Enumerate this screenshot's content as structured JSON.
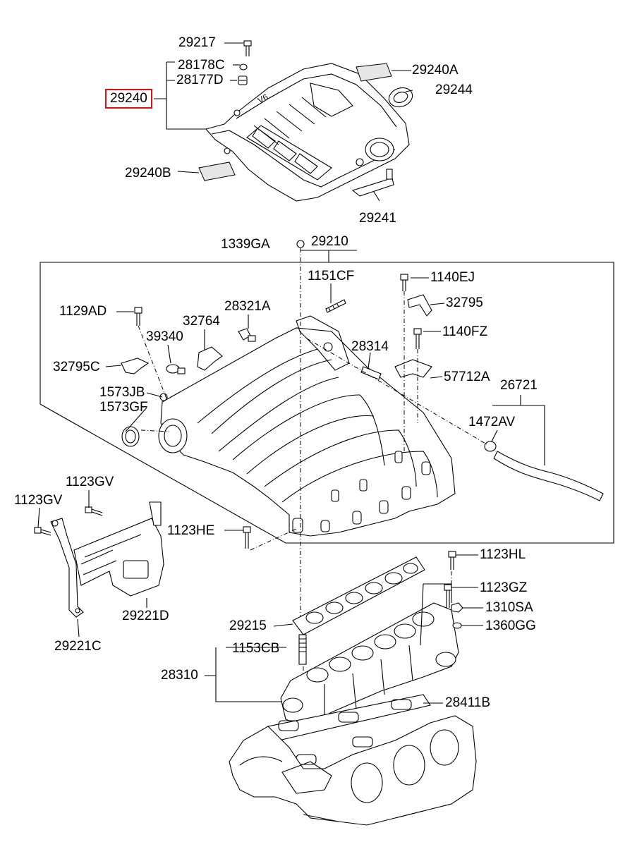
{
  "labels": {
    "p29217": "29217",
    "p28178C": "28178C",
    "p28177D": "28177D",
    "p29240": "29240",
    "p29240A": "29240A",
    "p29244": "29244",
    "p29240B": "29240B",
    "p29241": "29241",
    "p1339GA": "1339GA",
    "p29210": "29210",
    "p1151CF": "1151CF",
    "p1140EJ": "1140EJ",
    "p32795a": "32795",
    "p1129AD": "1129AD",
    "p28321A": "28321A",
    "p32764": "32764",
    "p39340": "39340",
    "p1140FZ": "1140FZ",
    "p28314": "28314",
    "p32795C": "32795C",
    "p57712A": "57712A",
    "p26721": "26721",
    "p1573JB": "1573JB",
    "p1573GF": "1573GF",
    "p1472AV": "1472AV",
    "p1123GVa": "1123GV",
    "p1123GVb": "1123GV",
    "p1123HE": "1123HE",
    "p1123HL": "1123HL",
    "p1123GZ": "1123GZ",
    "p29221D": "29221D",
    "p1310SA": "1310SA",
    "p29215": "29215",
    "p1360GG": "1360GG",
    "p29221C": "29221C",
    "p28310": "28310",
    "p1153CB": "1153CB",
    "p28411B": "28411B"
  },
  "highlight": {
    "part": "29240",
    "color": "#e01010"
  },
  "cover_badge": "V6"
}
